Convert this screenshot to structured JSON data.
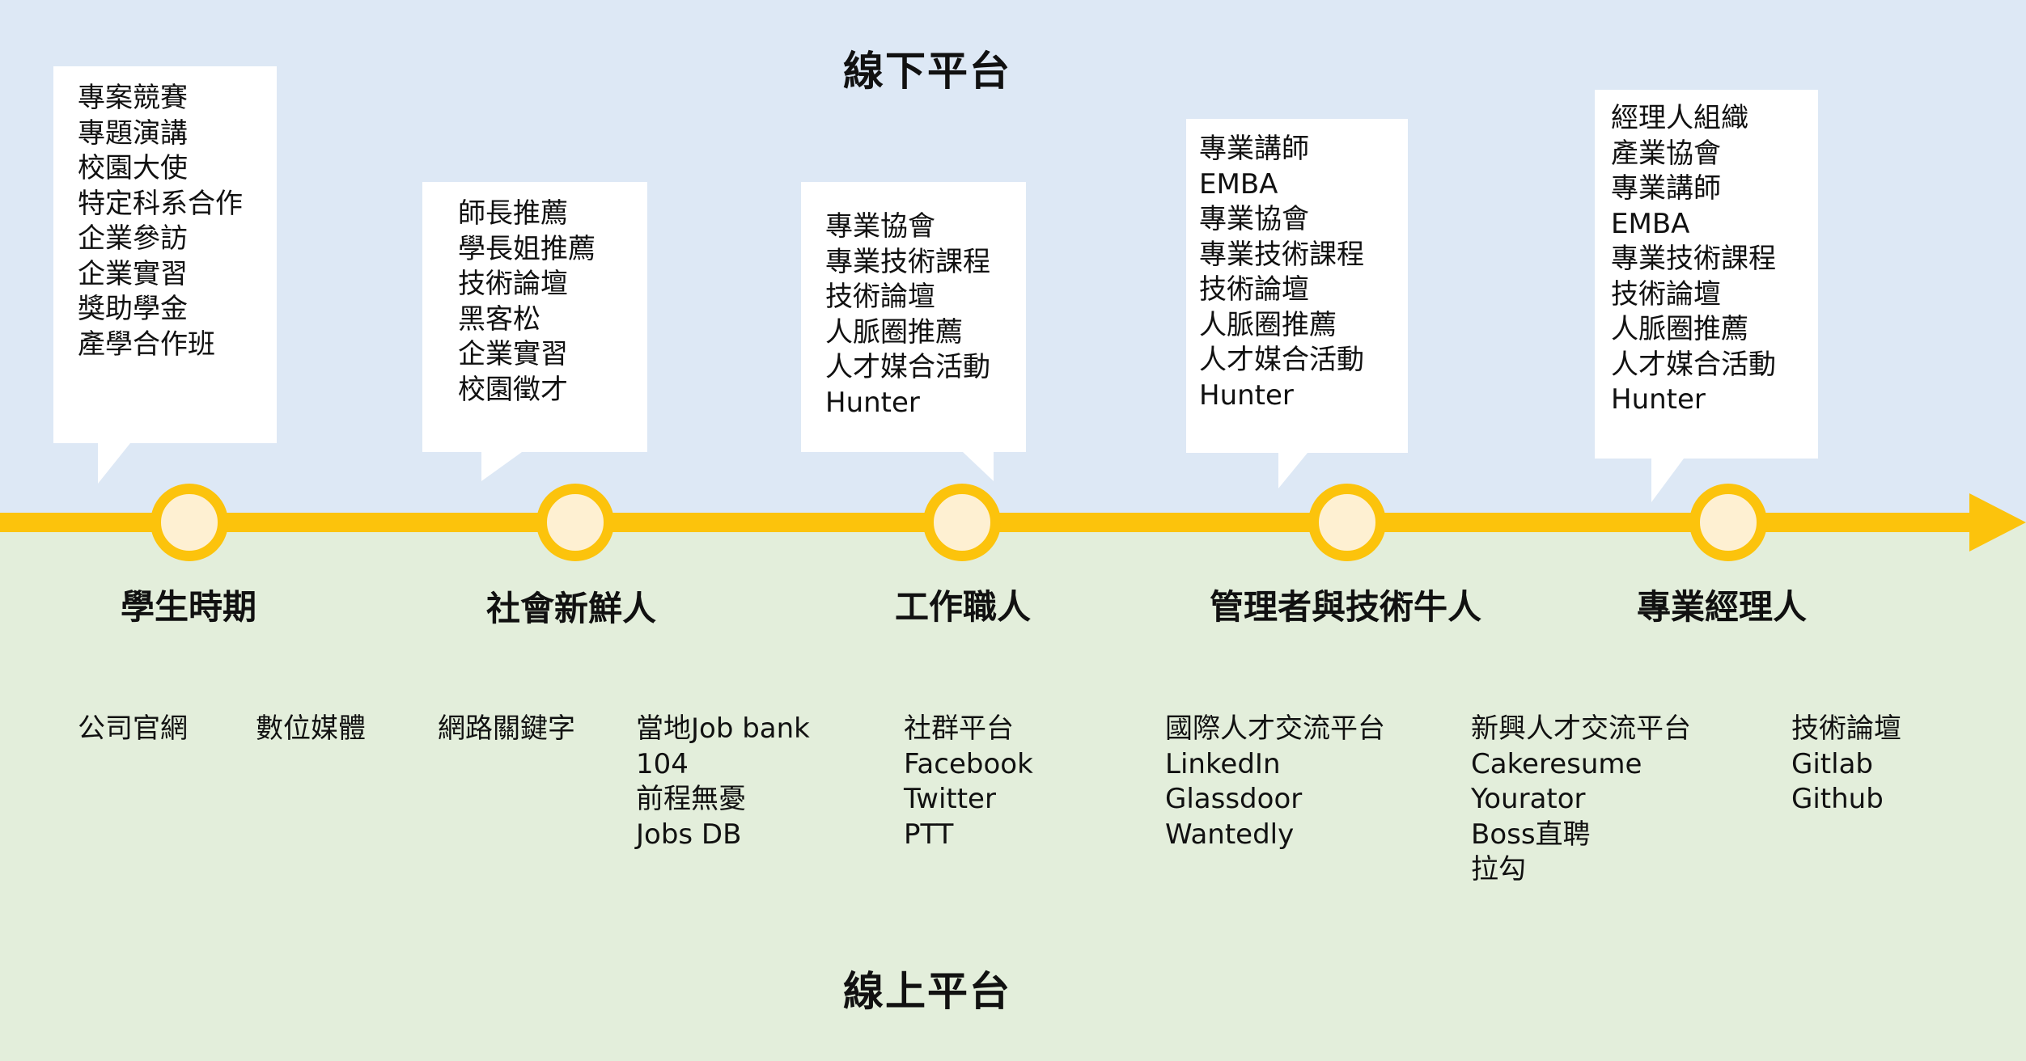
{
  "titles": {
    "offline": "線下平台",
    "online": "線上平台"
  },
  "colors": {
    "offline_background": "#dde8f5",
    "online_background": "#e3eedb",
    "timeline": "#fcc30c",
    "node_fill": "#fef0d2"
  },
  "stages": [
    {
      "label": "學生時期",
      "offline": [
        "專案競賽",
        "專題演講",
        "校園大使",
        "特定科系合作",
        "企業參訪",
        "企業實習",
        "獎助學金",
        "產學合作班"
      ]
    },
    {
      "label": "社會新鮮人",
      "offline": [
        "師長推薦",
        "學長姐推薦",
        "技術論壇",
        "黑客松",
        "企業實習",
        "校園徵才"
      ]
    },
    {
      "label": "工作職人",
      "offline": [
        "專業協會",
        "專業技術課程",
        "技術論壇",
        "人脈圈推薦",
        "人才媒合活動",
        "Hunter"
      ]
    },
    {
      "label": "管理者與技術牛人",
      "offline": [
        "專業講師",
        "EMBA",
        "專業協會",
        "專業技術課程",
        "技術論壇",
        "人脈圈推薦",
        "人才媒合活動",
        "Hunter"
      ]
    },
    {
      "label": "專業經理人",
      "offline": [
        "經理人組織",
        "產業協會",
        "專業講師",
        "EMBA",
        "專業技術課程",
        "技術論壇",
        "人脈圈推薦",
        "人才媒合活動",
        "Hunter"
      ]
    }
  ],
  "online_platforms": [
    [
      "公司官網"
    ],
    [
      "數位媒體"
    ],
    [
      "網路關鍵字"
    ],
    [
      "當地Job bank",
      "104",
      "前程無憂",
      "Jobs DB"
    ],
    [
      "社群平台",
      "Facebook",
      "Twitter",
      "PTT"
    ],
    [
      "國際人才交流平台",
      "LinkedIn",
      "Glassdoor",
      "Wantedly"
    ],
    [
      "新興人才交流平台",
      "Cakeresume",
      "Yourator",
      "Boss直聘",
      "拉勾"
    ],
    [
      "技術論壇",
      "Gitlab",
      "Github"
    ]
  ]
}
